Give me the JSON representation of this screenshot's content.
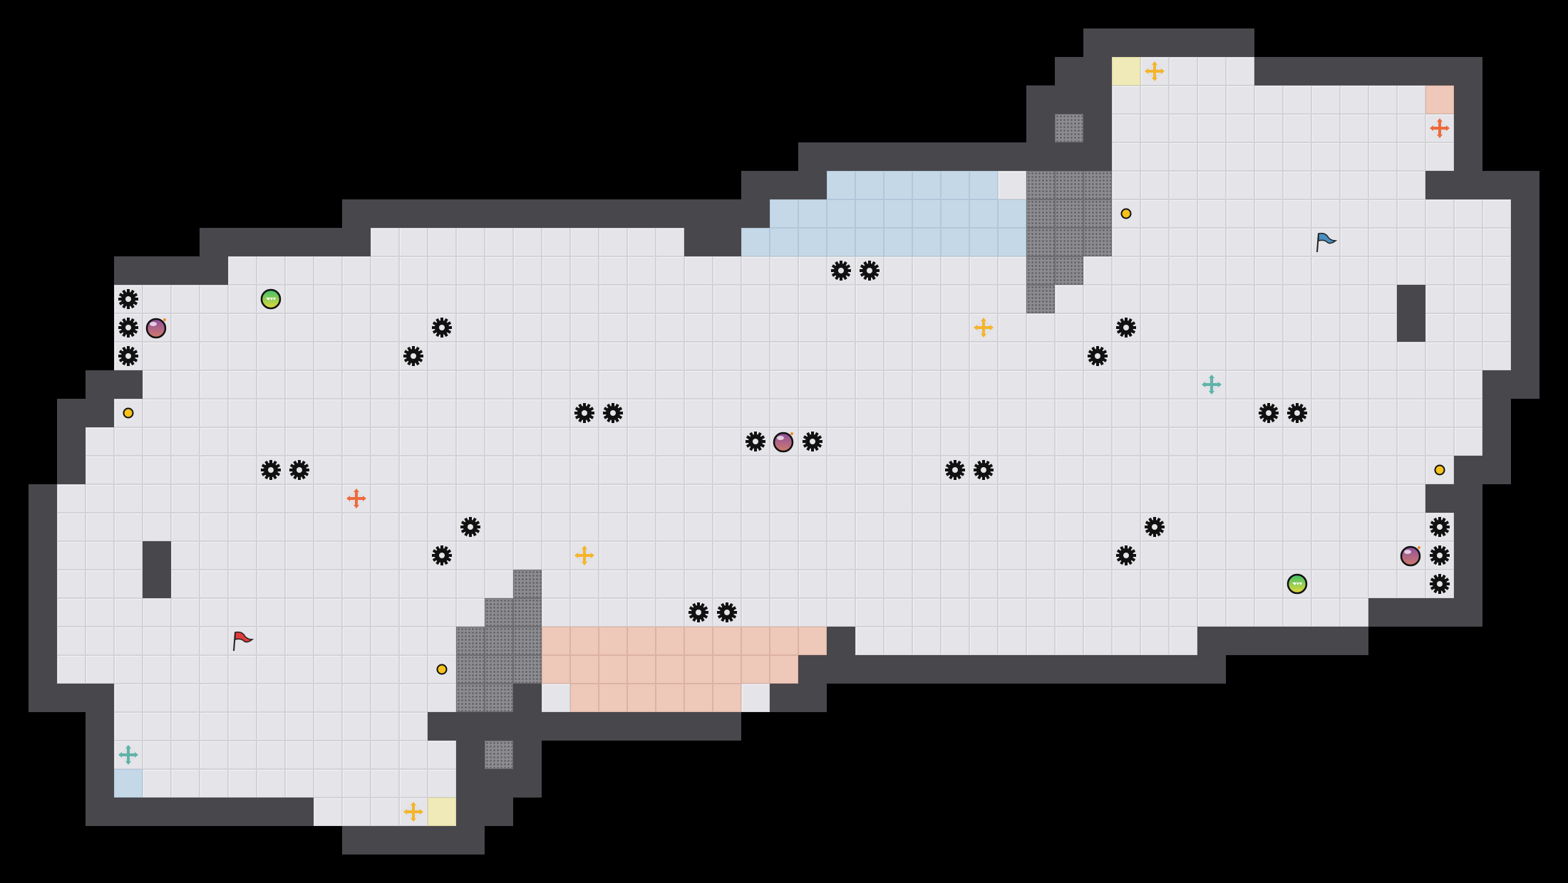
{
  "game": {
    "entity_types": [
      "gear-spike",
      "bomb",
      "green-ball",
      "coin",
      "cross-yellow",
      "cross-orange",
      "cross-teal",
      "flag-red",
      "flag-blue"
    ],
    "colors": {
      "wall": "#48474c",
      "floor": "#e5e5e9",
      "metal": "#8c8c90",
      "water": "#c5d8e8",
      "salmon": "#eec8b8",
      "yellow_tile": "#efeab8",
      "cross_yellow": "#f4b52a",
      "cross_orange": "#ee6a3c",
      "cross_teal": "#5fb3a8",
      "flag_red": "#e03a3a",
      "flag_blue": "#4a8fc0",
      "bomb": "#a05a9a",
      "coin": "#f6c21c"
    }
  }
}
